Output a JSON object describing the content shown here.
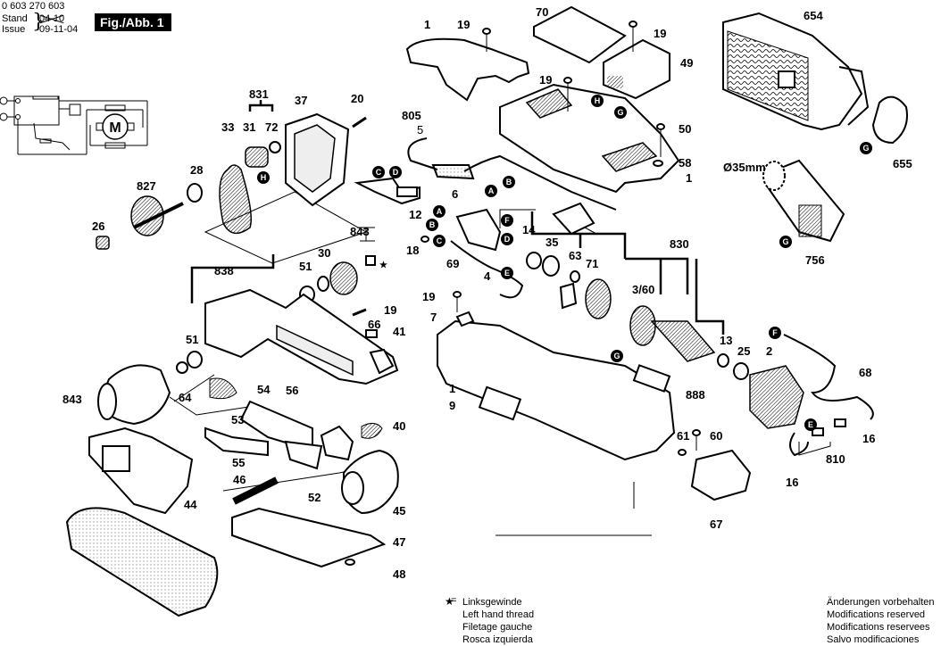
{
  "header": {
    "document_number": "0 603 270 603",
    "stand_label": "Stand",
    "issue_label": "Issue",
    "stand_value_struck": "04-10",
    "issue_value": "09-11-04",
    "figure_label": "Fig./Abb. 1"
  },
  "legend": {
    "symbol": "★ =",
    "lines": [
      "Linksgewinde",
      "Left hand thread",
      "Filetage gauche",
      "Rosca izquierda"
    ]
  },
  "notes": {
    "lines": [
      "Änderungen vorbehalten",
      "Modifications reserved",
      "Modifications reservees",
      "Salvo modificaciones"
    ]
  },
  "schematic": {
    "motor_label": "M"
  },
  "part_labels": {
    "p1_handle": "1",
    "p19_a": "19",
    "p70": "70",
    "p19_b": "19",
    "p49": "49",
    "p19_c": "19",
    "p50": "50",
    "p58": "58",
    "p1_b": "1",
    "p805": "805",
    "p5": "5",
    "p6": "6",
    "p12": "12",
    "p654": "654",
    "p655": "655",
    "p35mm": "Ø35mm",
    "p756": "756",
    "p831": "831",
    "p37": "37",
    "p20": "20",
    "p33": "33",
    "p31": "31",
    "p72": "72",
    "p28": "28",
    "p827": "827",
    "p26": "26",
    "p843_top": "843",
    "p30": "30",
    "p18": "18",
    "p69": "69",
    "p4": "4",
    "p14": "14",
    "p35": "35",
    "p63": "63",
    "p71": "71",
    "p830": "830",
    "p3_60": "3/60",
    "p838": "838",
    "p51_a": "51",
    "p51_b": "51",
    "p19_d": "19",
    "p66": "66",
    "p41": "41",
    "p19_e": "19",
    "p7": "7",
    "p1_c": "1",
    "p9": "9",
    "p888": "888",
    "p13": "13",
    "p25": "25",
    "p2": "2",
    "p68": "68",
    "p16_a": "16",
    "p16_b": "16",
    "p810": "810",
    "p61": "61",
    "p60": "60",
    "p67": "67",
    "p843_bot": "843",
    "p64": "64",
    "p54": "54",
    "p56": "56",
    "p53": "53",
    "p40": "40",
    "p55": "55",
    "p46": "46",
    "p52": "52",
    "p44": "44",
    "p45": "45",
    "p47": "47",
    "p48": "48"
  },
  "connectors": {
    "A": "A",
    "B": "B",
    "C": "C",
    "D": "D",
    "E": "E",
    "F": "F",
    "G": "G",
    "H": "H"
  }
}
